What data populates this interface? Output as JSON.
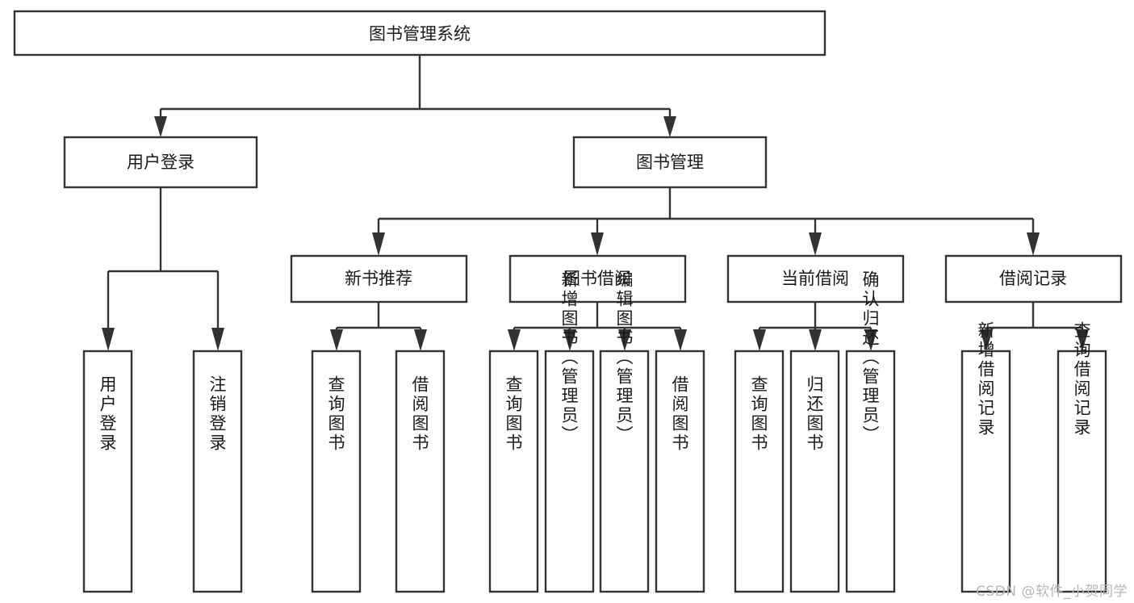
{
  "diagram": {
    "type": "tree-hierarchy",
    "title": "图书管理系统",
    "watermark": "CSDN @软件_小贺同学",
    "colors": {
      "background": "#ffffff",
      "stroke": "#333333",
      "node_fill": "#ffffff",
      "text": "#1a1a1a",
      "watermark": "#b8b8b8"
    },
    "levels": 4,
    "root": {
      "label": "图书管理系统",
      "orientation": "horizontal"
    },
    "level2": [
      {
        "label": "用户登录",
        "orientation": "horizontal"
      },
      {
        "label": "图书管理",
        "orientation": "horizontal"
      }
    ],
    "level3": [
      {
        "label": "新书推荐",
        "orientation": "horizontal",
        "parent": "图书管理"
      },
      {
        "label": "图书借阅",
        "orientation": "horizontal",
        "parent": "图书管理"
      },
      {
        "label": "当前借阅",
        "orientation": "horizontal",
        "parent": "图书管理"
      },
      {
        "label": "借阅记录",
        "orientation": "horizontal",
        "parent": "图书管理"
      }
    ],
    "leaves": {
      "用户登录": [
        {
          "label": "用户登录",
          "orientation": "vertical"
        },
        {
          "label": "注销登录",
          "orientation": "vertical"
        }
      ],
      "新书推荐": [
        {
          "label": "查询图书",
          "orientation": "vertical"
        },
        {
          "label": "借阅图书",
          "orientation": "vertical"
        }
      ],
      "图书借阅": [
        {
          "label": "查询图书",
          "orientation": "vertical"
        },
        {
          "label": "新增图书（管理员）",
          "orientation": "vertical"
        },
        {
          "label": "编辑图书（管理员）",
          "orientation": "vertical"
        },
        {
          "label": "借阅图书",
          "orientation": "vertical"
        }
      ],
      "当前借阅": [
        {
          "label": "查询图书",
          "orientation": "vertical"
        },
        {
          "label": "归还图书",
          "orientation": "vertical"
        },
        {
          "label": "确认归还（管理员）",
          "orientation": "vertical"
        }
      ],
      "借阅记录": [
        {
          "label": "新增借阅记录",
          "orientation": "vertical"
        },
        {
          "label": "查询借阅记录",
          "orientation": "vertical"
        }
      ]
    },
    "node_text": {
      "root": "图书管理系统",
      "l2_user_login": "用户登录",
      "l2_book_mgmt": "图书管理",
      "l3_new_book": "新书推荐",
      "l3_borrow": "图书借阅",
      "l3_current": "当前借阅",
      "l3_record": "借阅记录",
      "leaf_user_login": "用户登录",
      "leaf_logout": "注销登录",
      "leaf_query_book_a": "查询图书",
      "leaf_borrow_book_a": "借阅图书",
      "leaf_query_book_b": "查询图书",
      "leaf_add_book": "新增图书（管理员）",
      "leaf_edit_book": "编辑图书（管理员）",
      "leaf_borrow_book_b": "借阅图书",
      "leaf_query_book_c": "查询图书",
      "leaf_return_book": "归还图书",
      "leaf_confirm_return": "确认归还（管理员）",
      "leaf_add_record": "新增借阅记录",
      "leaf_query_record": "查询借阅记录"
    }
  }
}
